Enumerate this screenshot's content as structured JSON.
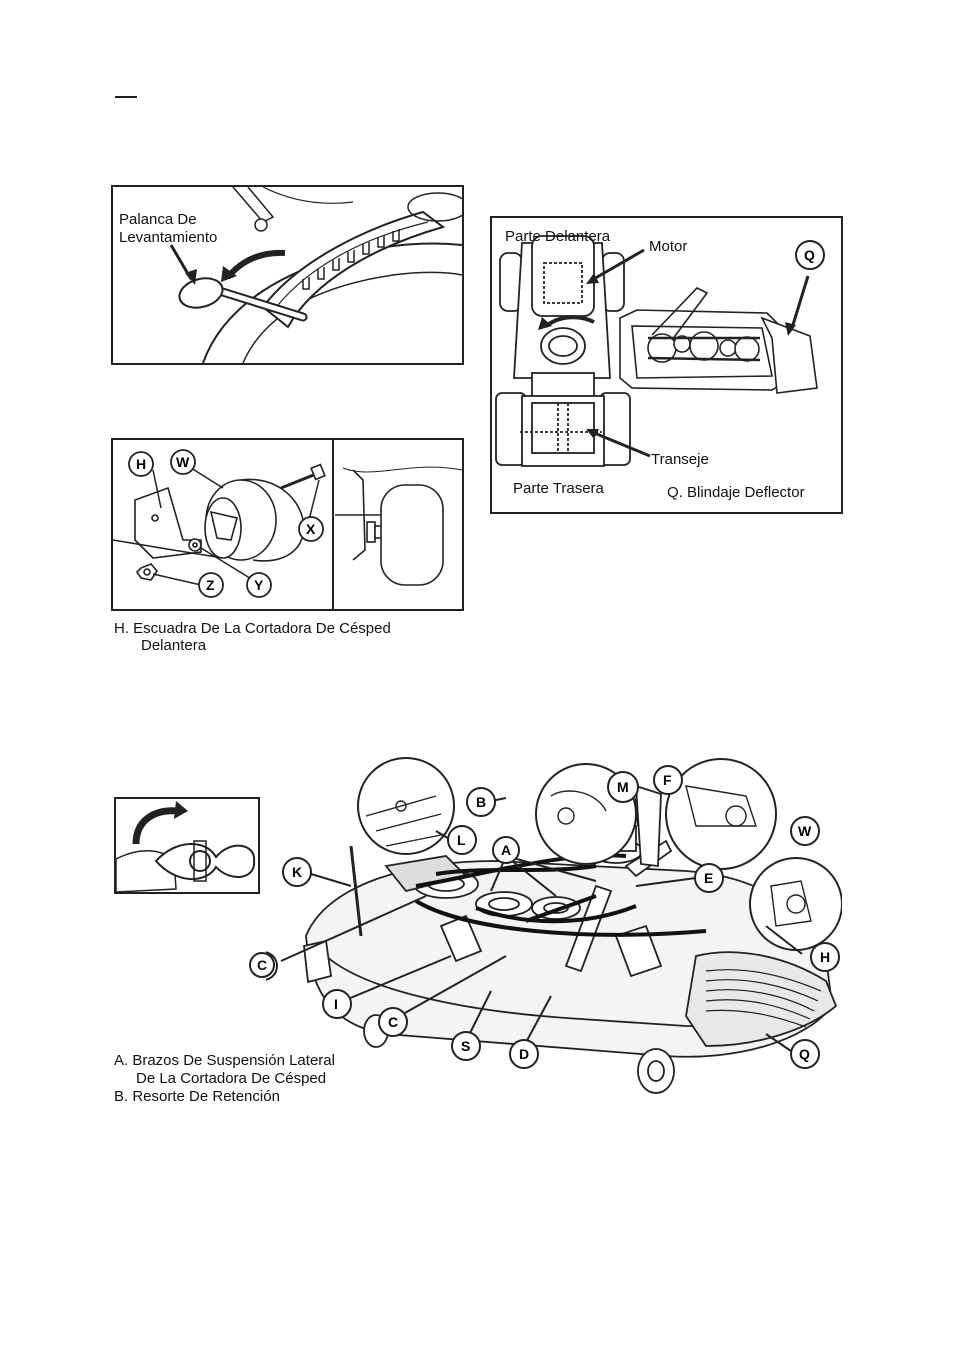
{
  "page": {
    "header_mark": "—"
  },
  "figure_lift_lever": {
    "label_line1": "Palanca De",
    "label_line2": "Levantamiento"
  },
  "figure_belt_routing": {
    "front_label": "Parte Delantera",
    "motor_label": "Motor",
    "transaxle_label": "Transeje",
    "rear_label": "Parte Trasera",
    "legend_q": "Q.  Blindaje Deflector",
    "callout_q": "Q"
  },
  "figure_wheel": {
    "callouts": {
      "h": "H",
      "w": "W",
      "x": "X",
      "y": "Y",
      "z": "Z"
    },
    "caption_line1": "H.  Escuadra De La Cortadora De Césped",
    "caption_line2": "Delantera"
  },
  "figure_deck": {
    "callouts": {
      "b": "B",
      "m": "M",
      "f": "F",
      "w": "W",
      "l": "L",
      "a": "A",
      "k": "K",
      "e": "E",
      "c1": "C",
      "h": "H",
      "i": "I",
      "c2": "C",
      "s": "S",
      "d": "D",
      "q": "Q"
    },
    "caption_a_line1": "A.  Brazos De Suspensión Lateral",
    "caption_a_line2": "De La Cortadora De Césped",
    "caption_b": "B.  Resorte De Retención"
  }
}
